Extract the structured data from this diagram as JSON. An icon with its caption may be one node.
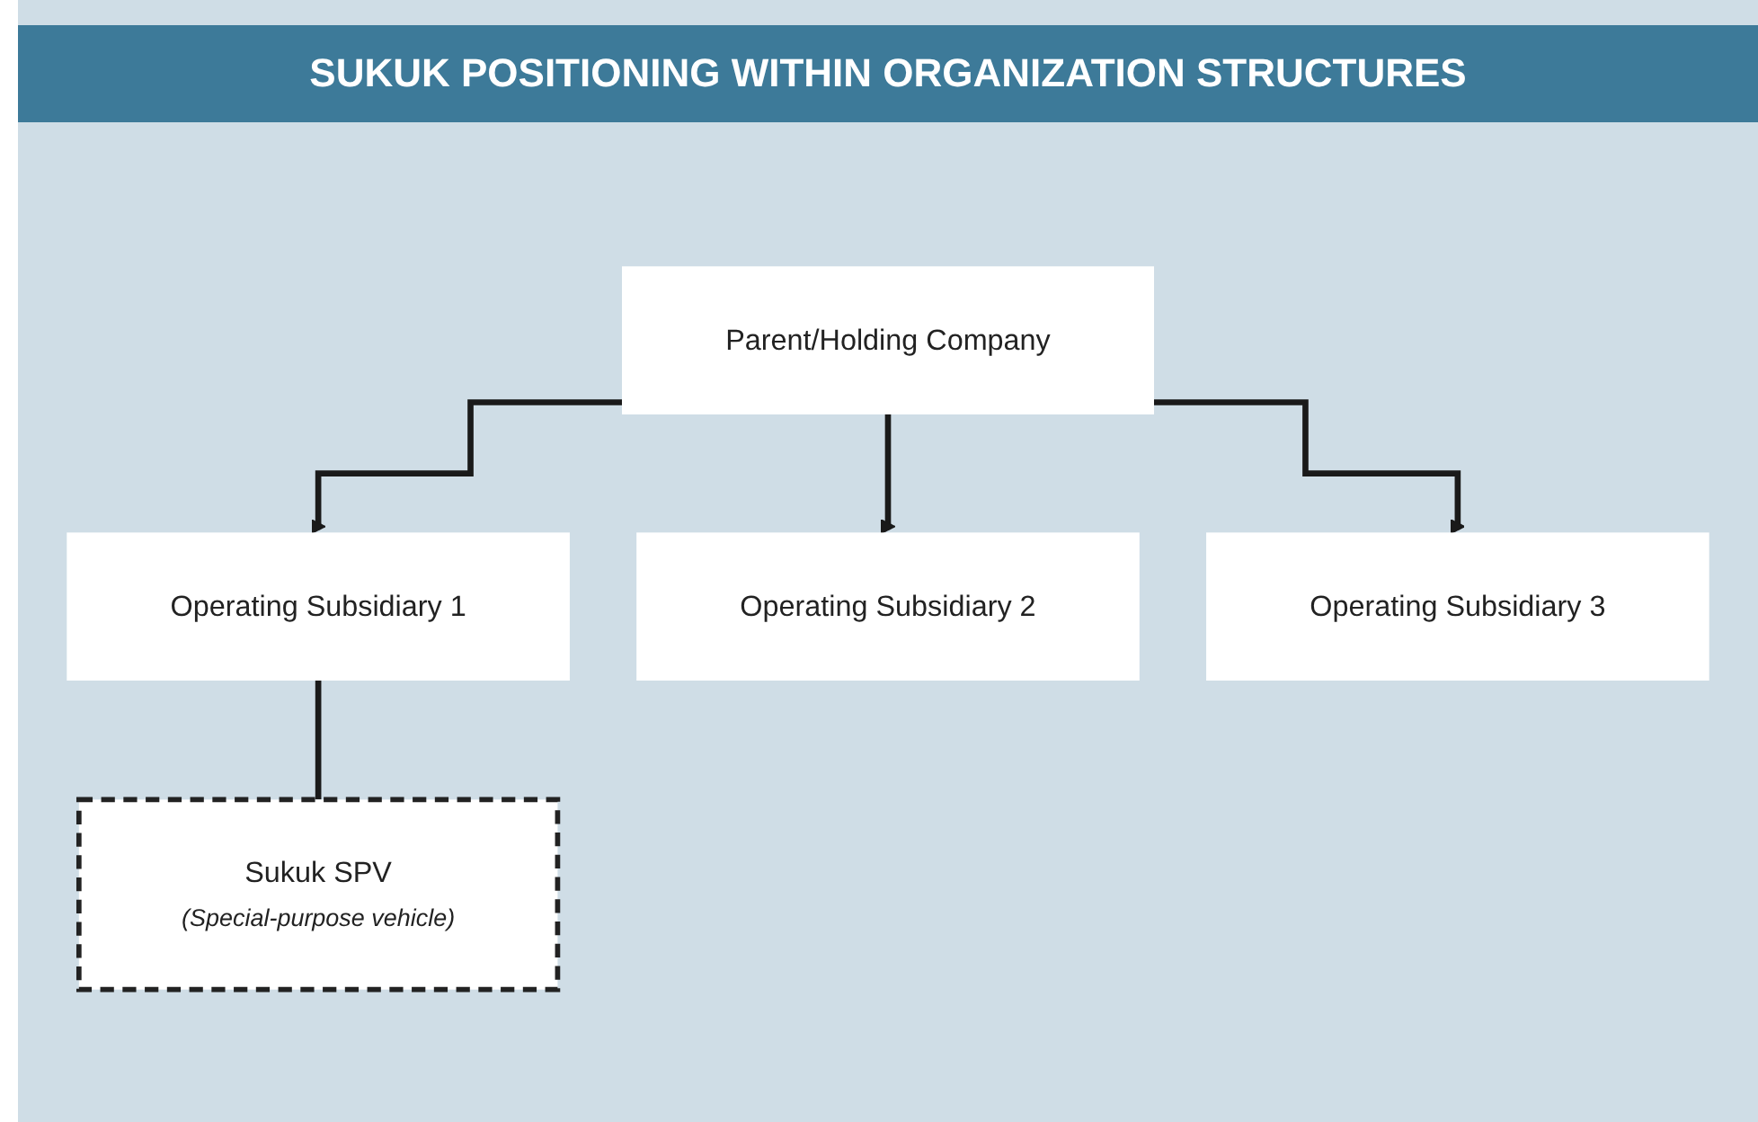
{
  "diagram": {
    "title": "SUKUK POSITIONING WITHIN ORGANIZATION STRUCTURES",
    "nodes": [
      {
        "text": [
          "Parent/Holding Company"
        ]
      },
      {
        "text": [
          "Operating Subsidiary 1"
        ]
      },
      {
        "text": [
          "Operating Subsidiary 2"
        ]
      },
      {
        "text": [
          "Operating Subsidiary 3"
        ]
      },
      {
        "text": [
          "Sukuk SPV",
          "(Special-purpose vehicle)"
        ]
      }
    ],
    "edges": [
      {
        "from": 0,
        "to": 1,
        "arrow": "to"
      },
      {
        "from": 0,
        "to": 2,
        "arrow": "to"
      },
      {
        "from": 0,
        "to": 3,
        "arrow": "to"
      },
      {
        "from": 1,
        "to": 4,
        "arrow": "none"
      }
    ]
  }
}
